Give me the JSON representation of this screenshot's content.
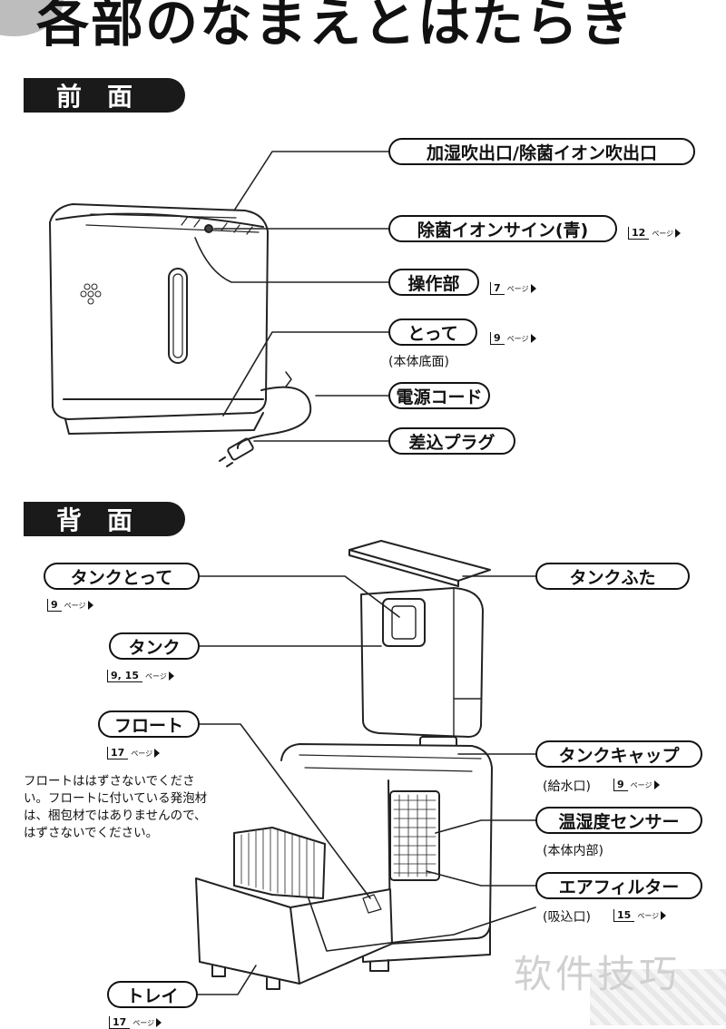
{
  "page_title": "各部のなまえとはたらき",
  "front": {
    "header": "前面",
    "labels": {
      "outlet": "加湿吹出口/除菌イオン吹出口",
      "ion_sign": "除菌イオンサイン(青)",
      "controls": "操作部",
      "handle": "とって",
      "handle_sub": "(本体底面)",
      "cord": "電源コード",
      "plug": "差込プラグ"
    },
    "refs": {
      "ion_sign": {
        "num": "12",
        "page": "ページ"
      },
      "controls": {
        "num": "7",
        "page": "ページ"
      },
      "handle": {
        "num": "9",
        "page": "ページ"
      }
    }
  },
  "back": {
    "header": "背面",
    "labels": {
      "tank_handle": "タンクとって",
      "tank": "タンク",
      "float": "フロート",
      "tray": "トレイ",
      "tank_lid": "タンクふた",
      "tank_cap": "タンクキャップ",
      "tank_cap_sub": "(給水口)",
      "sensor": "温湿度センサー",
      "sensor_sub": "(本体内部)",
      "air_filter": "エアフィルター",
      "air_filter_sub": "(吸込口)"
    },
    "refs": {
      "tank_handle": {
        "num": "9",
        "page": "ページ"
      },
      "tank": {
        "num": "9, 15",
        "page": "ページ"
      },
      "float": {
        "num": "17",
        "page": "ページ"
      },
      "tank_cap": {
        "num": "9",
        "page": "ページ"
      },
      "air_filter": {
        "num": "15",
        "page": "ページ"
      },
      "tray": {
        "num": "17",
        "page": "ページ"
      }
    },
    "float_note": "フロートははずさないでください。フロートに付いている発泡材は、梱包材ではありませんので、はずさないでください。"
  },
  "watermark": "软件技巧"
}
